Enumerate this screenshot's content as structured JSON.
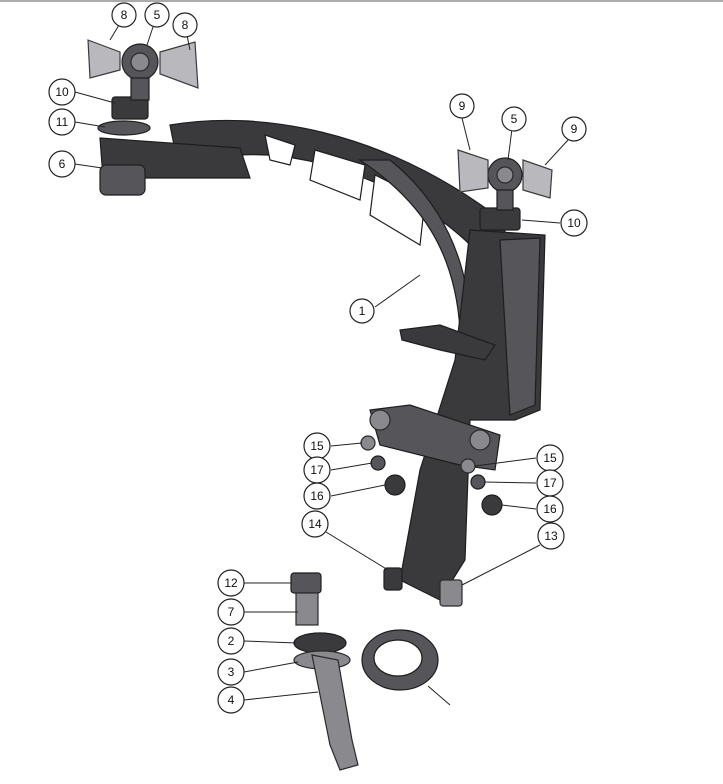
{
  "diagram": {
    "callouts": [
      {
        "id": "c-8a",
        "label": "8"
      },
      {
        "id": "c-5a",
        "label": "5"
      },
      {
        "id": "c-8b",
        "label": "8"
      },
      {
        "id": "c-10a",
        "label": "10"
      },
      {
        "id": "c-11",
        "label": "11"
      },
      {
        "id": "c-6",
        "label": "6"
      },
      {
        "id": "c-9a",
        "label": "9"
      },
      {
        "id": "c-5b",
        "label": "5"
      },
      {
        "id": "c-9b",
        "label": "9"
      },
      {
        "id": "c-10b",
        "label": "10"
      },
      {
        "id": "c-1",
        "label": "1"
      },
      {
        "id": "c-15a",
        "label": "15"
      },
      {
        "id": "c-17a",
        "label": "17"
      },
      {
        "id": "c-16a",
        "label": "16"
      },
      {
        "id": "c-15b",
        "label": "15"
      },
      {
        "id": "c-17b",
        "label": "17"
      },
      {
        "id": "c-16b",
        "label": "16"
      },
      {
        "id": "c-14",
        "label": "14"
      },
      {
        "id": "c-13",
        "label": "13"
      },
      {
        "id": "c-12",
        "label": "12"
      },
      {
        "id": "c-7",
        "label": "7"
      },
      {
        "id": "c-2",
        "label": "2"
      },
      {
        "id": "c-3",
        "label": "3"
      },
      {
        "id": "c-4",
        "label": "4"
      }
    ]
  }
}
